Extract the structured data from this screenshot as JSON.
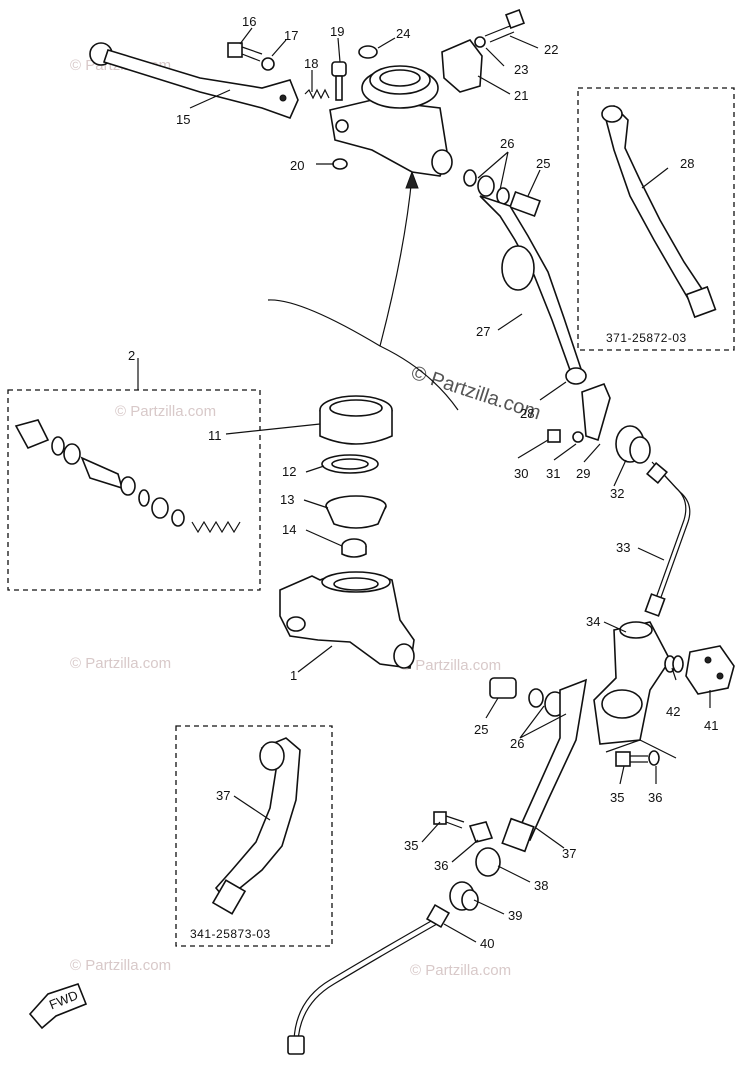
{
  "watermarks": {
    "main": "© Partzilla.com",
    "tile": "© Partzilla.com"
  },
  "boxes": {
    "upper_right_code": "371-25872-03",
    "lower_left_code": "341-25873-03"
  },
  "fwd_label": "FWD",
  "callouts": {
    "c1": "1",
    "c2": "2",
    "c11": "11",
    "c12": "12",
    "c13": "13",
    "c14": "14",
    "c15": "15",
    "c16": "16",
    "c17": "17",
    "c18": "18",
    "c19": "19",
    "c20": "20",
    "c21": "21",
    "c22": "22",
    "c23": "23",
    "c24": "24",
    "c25a": "25",
    "c25b": "25",
    "c26a": "26",
    "c26b": "26",
    "c27": "27",
    "c28a": "28",
    "c28b": "28",
    "c29": "29",
    "c30": "30",
    "c31": "31",
    "c32": "32",
    "c33": "33",
    "c34": "34",
    "c35a": "35",
    "c35b": "35",
    "c36a": "36",
    "c36b": "36",
    "c37a": "37",
    "c37b": "37",
    "c38": "38",
    "c39": "39",
    "c40": "40",
    "c41": "41",
    "c42": "42"
  }
}
